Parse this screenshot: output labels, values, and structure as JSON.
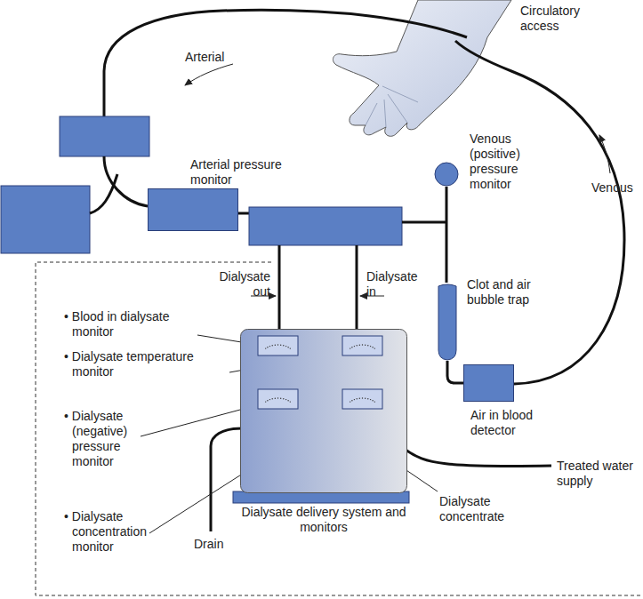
{
  "diagram": {
    "nodes": [
      {
        "text": [
          "Arterial pressure monitor"
        ]
      },
      {
        "text": [
          "Venous (positive) pressure monitor"
        ]
      },
      {
        "text": [
          "Clot and air bubble trap"
        ]
      },
      {
        "text": [
          "Air in blood detector"
        ]
      },
      {
        "text": [
          "Dialysate delivery system and monitors"
        ]
      }
    ],
    "edges": [
      {
        "from": 1,
        "to": 2,
        "arrow": "none"
      },
      {
        "from": 2,
        "to": 3,
        "arrow": "none"
      }
    ],
    "labels": [
      "Circulatory access",
      "Arterial",
      "Venous",
      "Dialysate out",
      "Dialysate in",
      "• Blood in dialysate monitor",
      "• Dialysate temperature monitor",
      "• Dialysate (negative) pressure monitor",
      "• Dialysate concentration monitor",
      "Drain",
      "Treated water supply",
      "Dialysate concentrate"
    ]
  }
}
